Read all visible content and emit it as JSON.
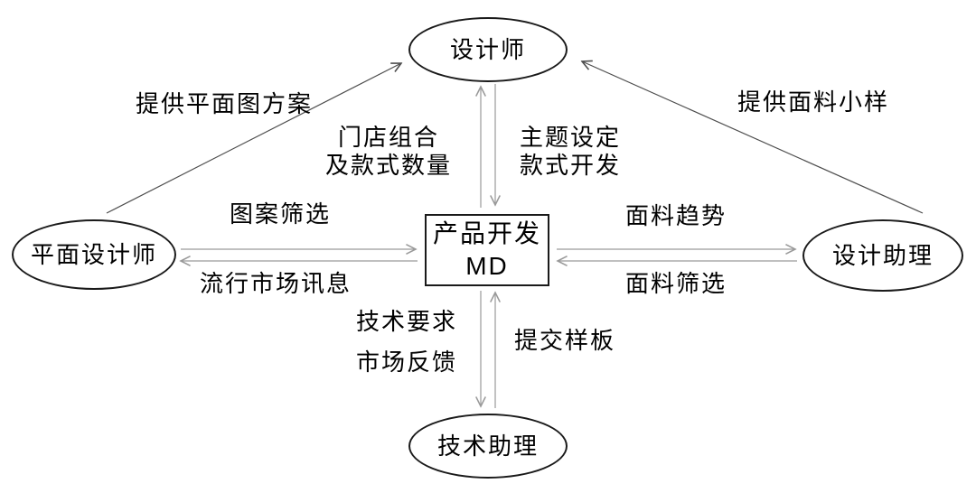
{
  "diagram": {
    "colors": {
      "background": "#ffffff",
      "node_border": "#1a1a1a",
      "arrow_gray": "#9a9a9a",
      "arrow_dark": "#4d4d4d",
      "text": "#000000"
    },
    "nodes": {
      "designer": {
        "label": "设计师"
      },
      "graphic_designer": {
        "label": "平面设计师"
      },
      "design_assistant": {
        "label": "设计助理"
      },
      "tech_assistant": {
        "label": "技术助理"
      },
      "md": {
        "label": "产品开发\nMD"
      }
    },
    "edges": [
      {
        "from": "graphic_designer",
        "to": "designer",
        "label": "提供平面图方案"
      },
      {
        "from": "design_assistant",
        "to": "designer",
        "label": "提供面料小样"
      },
      {
        "from": "md",
        "to": "designer",
        "label": "门店组合\n及款式数量"
      },
      {
        "from": "designer",
        "to": "md",
        "label": "主题设定\n款式开发"
      },
      {
        "from": "graphic_designer",
        "to": "md",
        "label": "图案筛选"
      },
      {
        "from": "md",
        "to": "graphic_designer",
        "label": "流行市场讯息"
      },
      {
        "from": "md",
        "to": "design_assistant",
        "label": "面料趋势"
      },
      {
        "from": "design_assistant",
        "to": "md",
        "label": "面料筛选"
      },
      {
        "from": "md",
        "to": "tech_assistant",
        "label": "技术要求\n市场反馈"
      },
      {
        "from": "tech_assistant",
        "to": "md",
        "label": "提交样板"
      }
    ]
  }
}
